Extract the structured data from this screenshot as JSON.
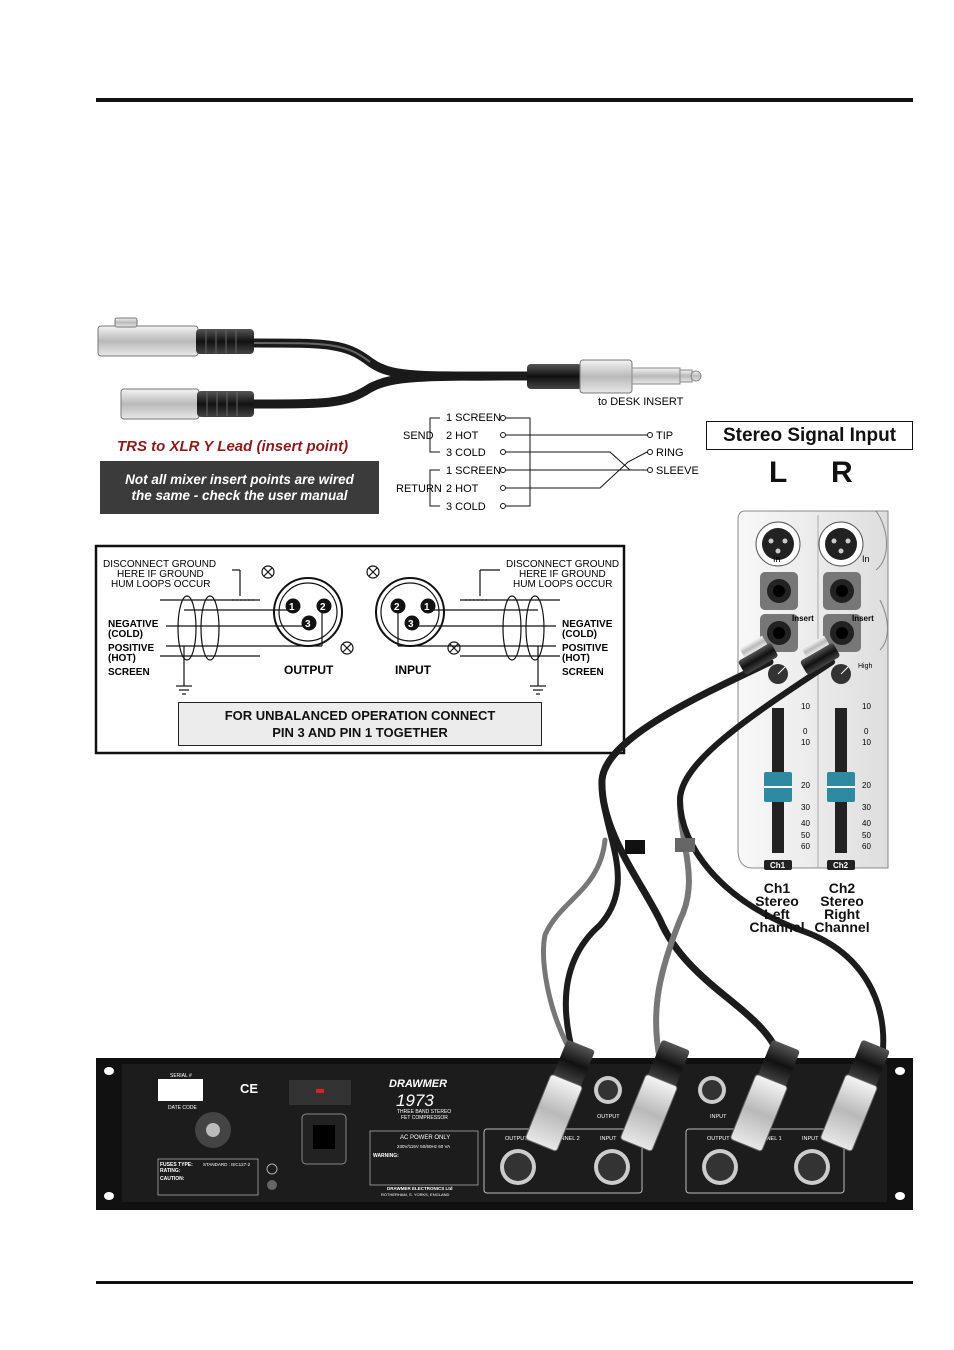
{
  "y_lead": {
    "title": "TRS to XLR Y Lead (insert point)",
    "warning_line1": "Not all mixer insert points are wired",
    "warning_line2": "the same - check the user manual",
    "desk_label": "to DESK INSERT"
  },
  "wiring": {
    "send_label": "SEND",
    "return_label": "RETURN",
    "pins": [
      "1 SCREEN",
      "2 HOT",
      "3 COLD"
    ],
    "tip": "TIP",
    "ring": "RING",
    "sleeve": "SLEEVE"
  },
  "xlr_diagram": {
    "disconnect_line1": "DISCONNECT GROUND",
    "disconnect_line2": "HERE IF GROUND",
    "disconnect_line3": "HUM LOOPS OCCUR",
    "negative": "NEGATIVE",
    "cold": "(COLD)",
    "positive": "POSITIVE",
    "hot": "(HOT)",
    "screen": "SCREEN",
    "output_label": "OUTPUT",
    "input_label": "INPUT",
    "unbalanced_line1": "FOR UNBALANCED OPERATION  CONNECT",
    "unbalanced_line2": "PIN 3 AND PIN 1 TOGETHER"
  },
  "mixer": {
    "title": "Stereo Signal Input",
    "left": "L",
    "right": "R",
    "in_label": "In",
    "insert_label": "Insert",
    "high_label": "High",
    "scale": [
      "10",
      "0",
      "10",
      "20",
      "30",
      "40",
      "50",
      "60"
    ],
    "ch1_badge": "Ch1",
    "ch2_badge": "Ch2",
    "ch1_text": [
      "Ch1",
      "Stereo",
      "Left",
      "Channel"
    ],
    "ch2_text": [
      "Ch2",
      "Stereo",
      "Right",
      "Channel"
    ]
  },
  "rack": {
    "serial": "SERIAL #",
    "date_code": "DATE CODE",
    "ce": "CE",
    "brand": "DRAWMER",
    "model": "1973",
    "subtitle1": "THREE BAND STEREO",
    "subtitle2": "FET COMPRESSOR",
    "ac_power": "AC POWER ONLY",
    "voltage": "230V/115V  50/60Hz  60 VA",
    "warning_title": "WARNING:",
    "fuses_type": "FUSES TYPE:",
    "fuses_std": "STANDARD : IEC127-2",
    "rating": "RATING:",
    "caution": "CAUTION:",
    "maker": "DRAWMER ELECTRONICS Ltd",
    "address": "ROTHERHAM, S. YORKS, ENGLAND",
    "output_label": "OUTPUT",
    "input_label": "INPUT",
    "channel2": "CHANNEL 2",
    "channel1": "CHANNEL 1"
  }
}
